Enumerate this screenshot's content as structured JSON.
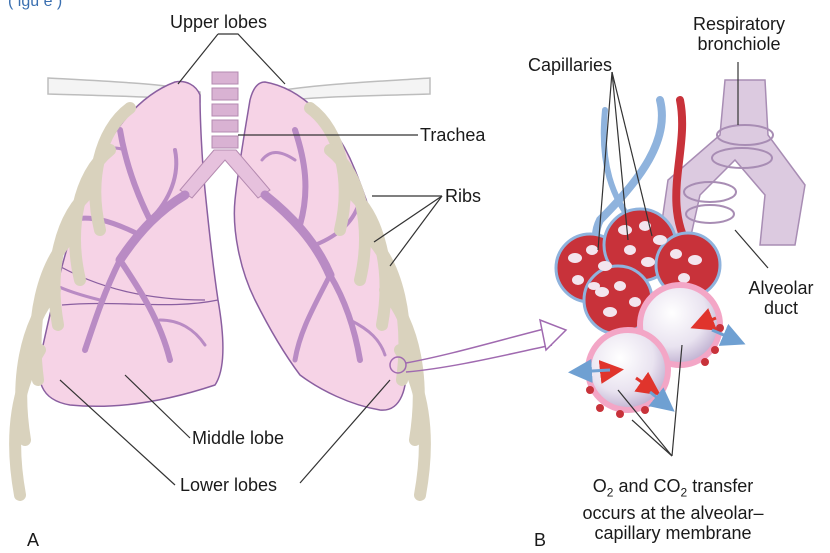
{
  "header_tag": "( igu e )",
  "labels": {
    "upper_lobes": "Upper lobes",
    "trachea": "Trachea",
    "ribs": "Ribs",
    "middle_lobe": "Middle lobe",
    "lower_lobes": "Lower lobes",
    "capillaries": "Capillaries",
    "respiratory_bronchiole_line1": "Respiratory",
    "respiratory_bronchiole_line2": "bronchiole",
    "alveolar_duct_line1": "Alveolar",
    "alveolar_duct_line2": "duct",
    "gas_o2": "O",
    "gas_o2_sub": "2",
    "gas_and": " and CO",
    "gas_co2_sub": "2",
    "gas_transfer": " transfer",
    "gas_line2": "occurs at the alveolar–",
    "gas_line3": "capillary membrane"
  },
  "panels": {
    "a": "A",
    "b": "B"
  },
  "colors": {
    "lung_fill": "#f6d3e6",
    "lung_stroke": "#8a5fa0",
    "bronchi": "#b98bc4",
    "rib": "#d9d2bd",
    "capillary_red": "#c8323a",
    "capillary_blue": "#8fb3dd",
    "alveolus_fill": "#e6e0ee",
    "arrow_red": "#e0342c",
    "arrow_blue": "#6fa0d2"
  }
}
